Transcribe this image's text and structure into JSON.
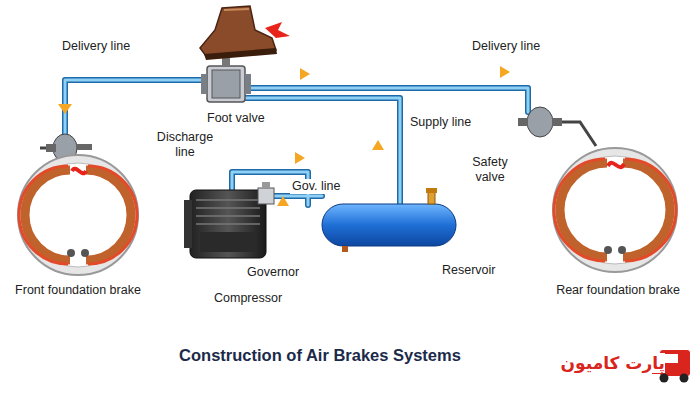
{
  "diagram": {
    "title": "Construction of Air Brakes Systems",
    "labels": [
      "Delivery line",
      "Delivery line",
      "Foot valve",
      "Discharge line",
      "Supply line",
      "Safety valve",
      "Gov. line",
      "Front foundation brake",
      "Governor",
      "Reservoir",
      "Rear foundation brake",
      "Compressor",
      "پارت کامیون"
    ]
  }
}
